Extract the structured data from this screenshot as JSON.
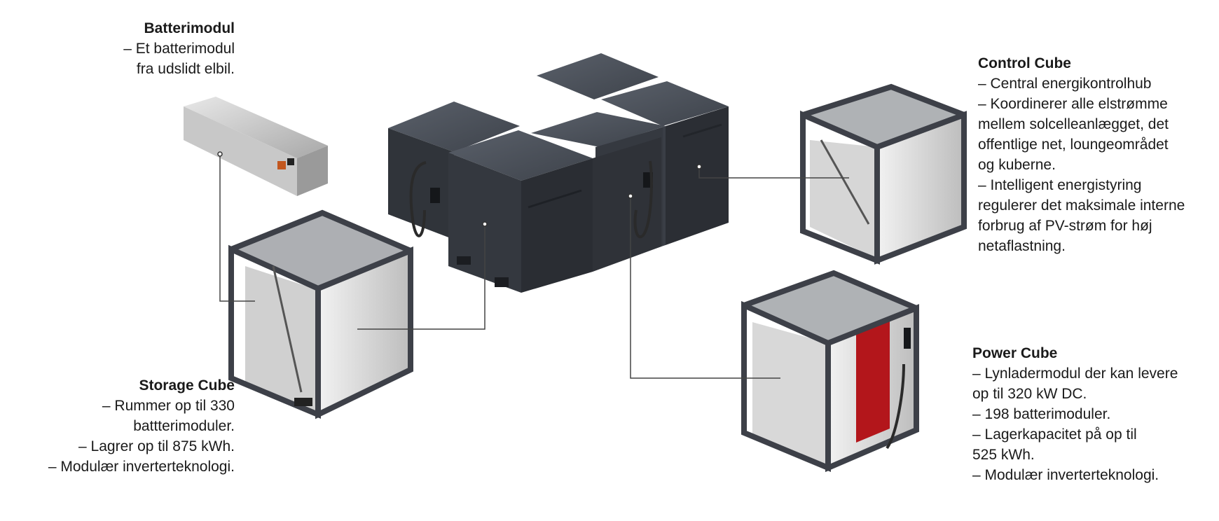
{
  "colors": {
    "cabinet_top": "#4a4f58",
    "cabinet_side_light": "#3a3e46",
    "cabinet_side_dark": "#2b2e34",
    "frame": "#3d4048",
    "module_white": "#d8d8d8",
    "power_red": "#b3161b",
    "leader_line": "#444444"
  },
  "labels": {
    "battery": {
      "title": "Batterimodul",
      "lines": [
        "– Et batterimodul",
        "fra udslidt elbil."
      ]
    },
    "storage": {
      "title": "Storage Cube",
      "lines": [
        "– Rummer op til 330",
        "battterimoduler.",
        "– Lagrer op til 875 kWh.",
        "– Modulær inverterteknologi."
      ]
    },
    "control": {
      "title": "Control Cube",
      "lines": [
        "– Central energikontrolhub",
        "– Koordinerer alle elstrømme",
        "mellem solcelleanlægget, det",
        "offentlige net, loungeområdet",
        "og kuberne.",
        "– Intelligent energistyring",
        "regulerer det maksimale interne",
        "forbrug af PV-strøm for høj",
        "netaflastning."
      ]
    },
    "power": {
      "title": "Power Cube",
      "lines": [
        "– Lynladermodul der kan levere",
        "op til 320 kW DC.",
        "– 198 batterimoduler.",
        "– Lagerkapacitet på op til",
        "525 kWh.",
        "– Modulær inverterteknologi."
      ]
    }
  }
}
